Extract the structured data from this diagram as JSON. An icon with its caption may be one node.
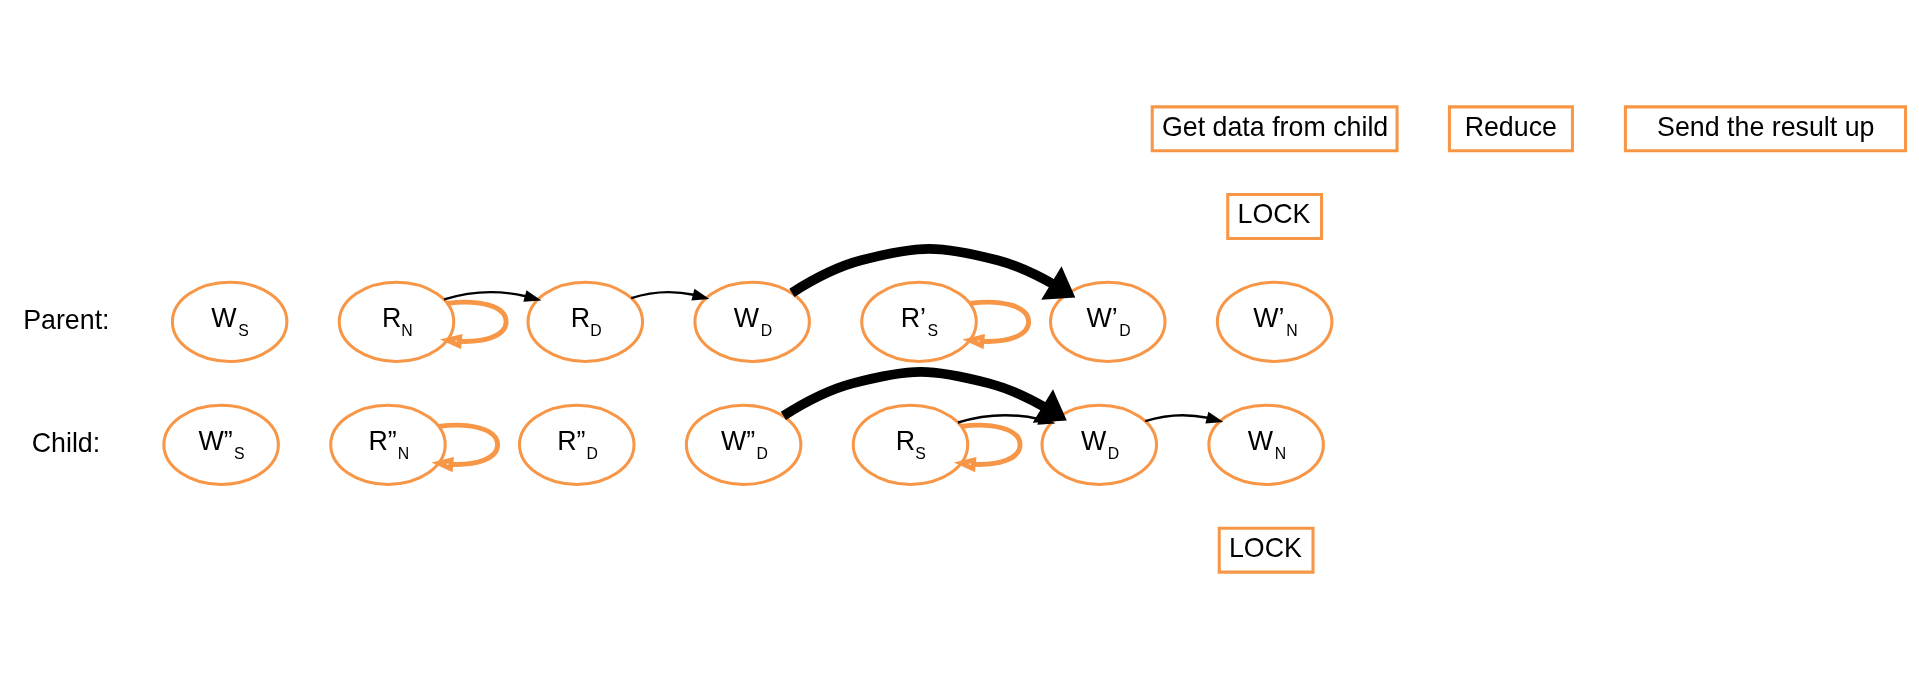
{
  "diagram": {
    "nodes": [
      {
        "text": [
          "Get data from child"
        ]
      },
      {
        "text": [
          "Reduce"
        ]
      },
      {
        "text": [
          "Send the result up"
        ]
      },
      {
        "text": [
          "LOCK"
        ]
      },
      {
        "text": [
          "W$_{S}$"
        ]
      },
      {
        "text": [
          "R$_{N}$"
        ]
      },
      {
        "text": [
          "R$_{D}$"
        ]
      },
      {
        "text": [
          "W$_{D}$"
        ]
      },
      {
        "text": [
          "R’$_{S}$"
        ]
      },
      {
        "text": [
          "W’$_{D}$"
        ]
      },
      {
        "text": [
          "W’$_{N}$"
        ]
      },
      {
        "text": [
          "W”$_{S}$"
        ]
      },
      {
        "text": [
          "R”$_{N}$"
        ]
      },
      {
        "text": [
          "R”$_{D}$"
        ]
      },
      {
        "text": [
          "W”$_{D}$"
        ]
      },
      {
        "text": [
          "R$_{S}$"
        ]
      },
      {
        "text": [
          "W$_{D}$"
        ]
      },
      {
        "text": [
          "W$_{N}$"
        ]
      },
      {
        "text": [
          "LOCK"
        ]
      }
    ],
    "edges": [
      {
        "from": 5,
        "to": 5,
        "arrow": "to",
        "color": "#f79646"
      },
      {
        "from": 5,
        "to": 6,
        "arrow": "to"
      },
      {
        "from": 6,
        "to": 7,
        "arrow": "to"
      },
      {
        "from": 7,
        "to": 9,
        "arrow": "to",
        "style": "thick"
      },
      {
        "from": 8,
        "to": 8,
        "arrow": "to",
        "color": "#f79646"
      },
      {
        "from": 12,
        "to": 12,
        "arrow": "to",
        "color": "#f79646"
      },
      {
        "from": 14,
        "to": 16,
        "arrow": "to",
        "style": "thick"
      },
      {
        "from": 15,
        "to": 15,
        "arrow": "to",
        "color": "#f79646"
      },
      {
        "from": 15,
        "to": 16,
        "arrow": "to"
      },
      {
        "from": 16,
        "to": 17,
        "arrow": "to"
      }
    ],
    "labels": [
      "Parent:",
      "Child:"
    ]
  }
}
